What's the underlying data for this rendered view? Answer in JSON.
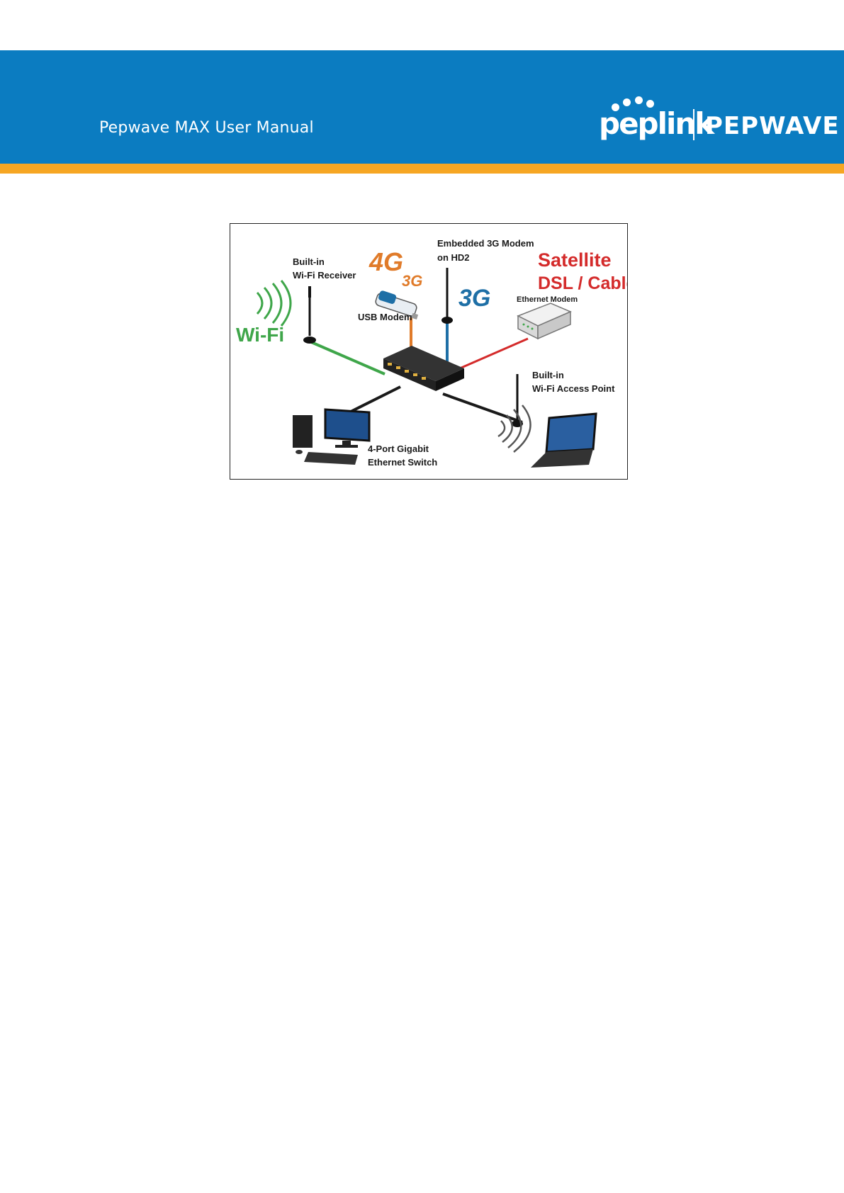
{
  "header": {
    "title": "Pepwave MAX User Manual",
    "brand_peplink": "peplink",
    "brand_pepwave": "PEPWAVE",
    "band_color": "#0b7cc1",
    "stripe_color": "#f6a623"
  },
  "diagram": {
    "labels": {
      "wifi_receiver_1": "Built-in",
      "wifi_receiver_2": "Wi-Fi Receiver",
      "wifi": "Wi-Fi",
      "g4": "4G",
      "g3_small": "3G",
      "usb_modem": "USB Modem",
      "embedded_1": "Embedded 3G Modem",
      "embedded_2": "on HD2",
      "g3_big": "3G",
      "satellite": "Satellite",
      "dsl_cable": "DSL / Cable",
      "ethernet_modem": "Ethernet Modem",
      "access_point_1": "Built-in",
      "access_point_2": "Wi-Fi Access Point",
      "switch_1": "4-Port Gigabit",
      "switch_2": "Ethernet Switch"
    },
    "colors": {
      "wifi": "#3fa64a",
      "usb": "#e07b2a",
      "embedded": "#1e6fa6",
      "satellite": "#d42b2b",
      "cable": "#1a1a1a"
    }
  }
}
